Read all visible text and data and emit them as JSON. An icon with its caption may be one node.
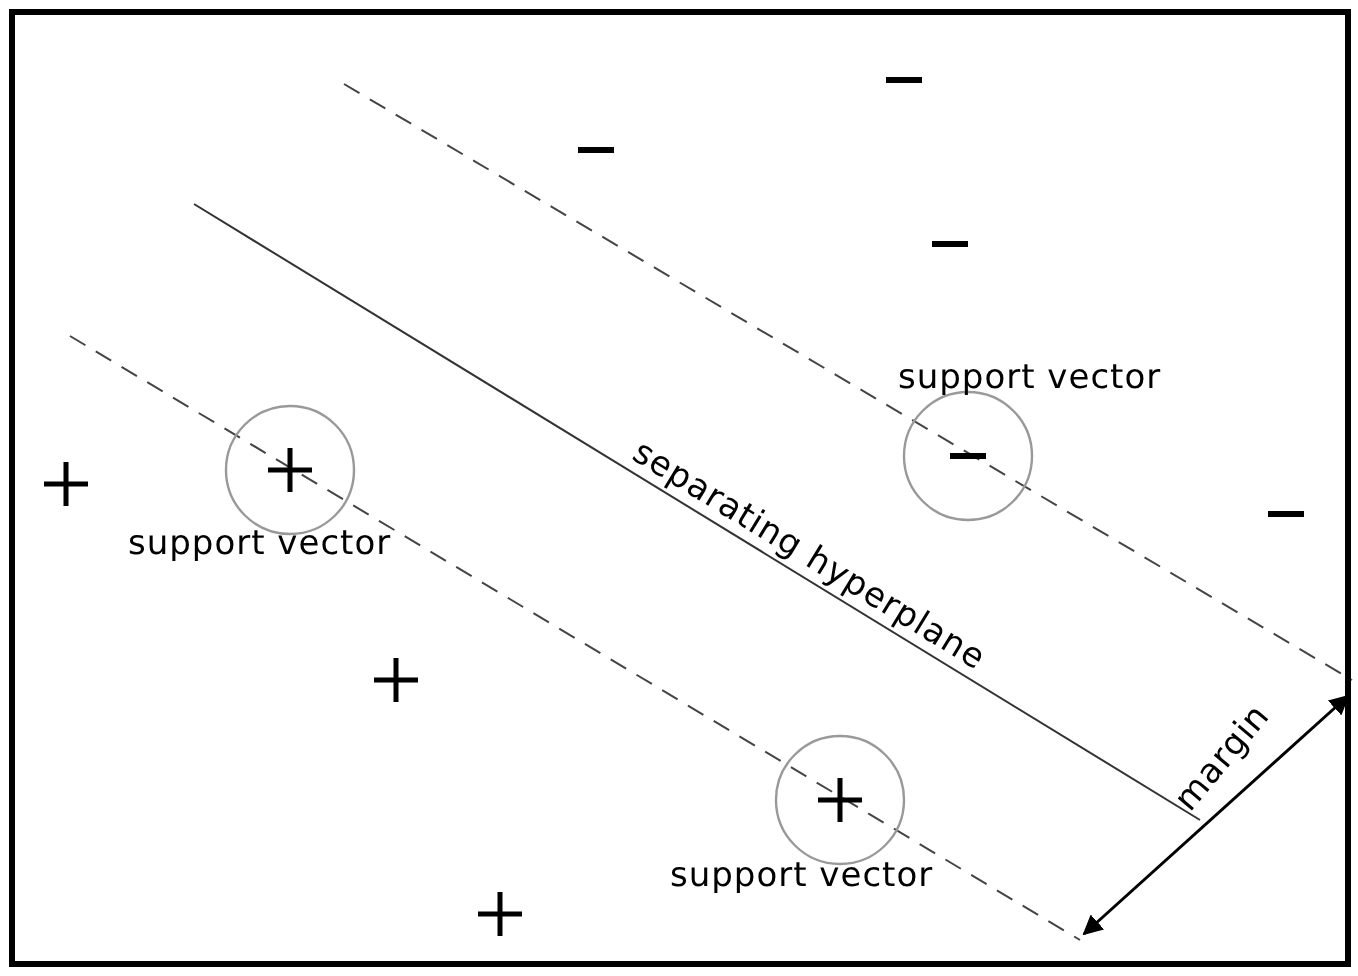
{
  "diagram": {
    "labels": [
      "support vector",
      "support vector",
      "separating hyperplane",
      "support vector",
      "margin"
    ]
  }
}
